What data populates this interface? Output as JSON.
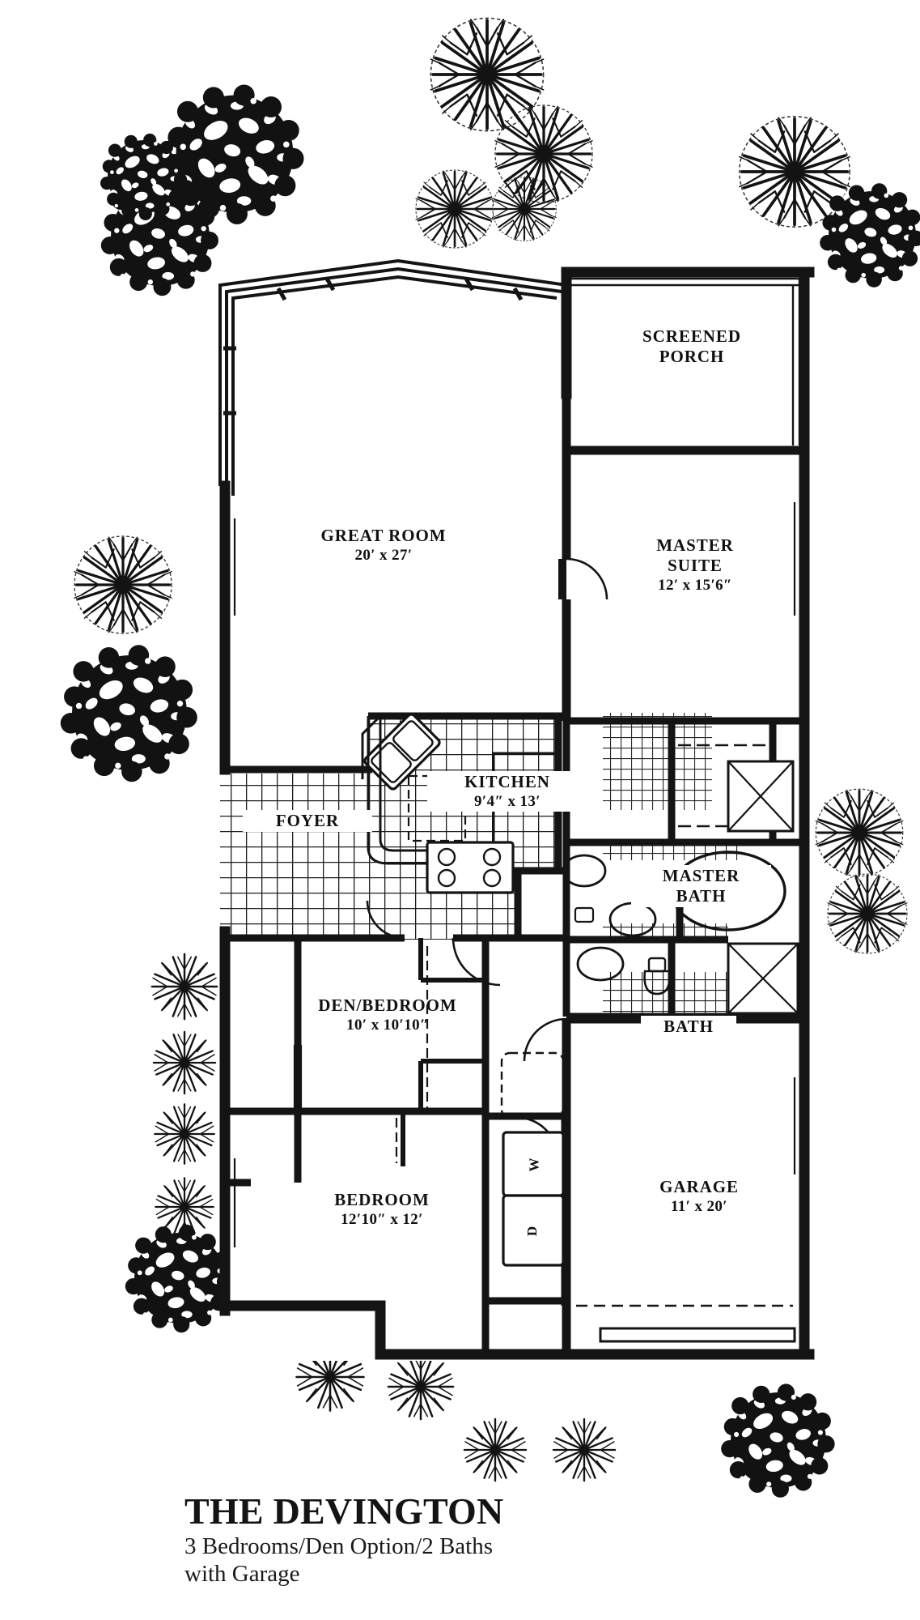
{
  "title_block": {
    "plan_name": "THE DEVINGTON",
    "subtitle_line1": "3 Bedrooms/Den Option/2 Baths",
    "subtitle_line2": "with Garage"
  },
  "rooms": [
    {
      "key": "screened_porch",
      "name": "SCREENED",
      "name2": "PORCH",
      "dim": ""
    },
    {
      "key": "great_room",
      "name": "GREAT ROOM",
      "dim": "20′ x 27′"
    },
    {
      "key": "master_suite",
      "name": "MASTER",
      "name2": "SUITE",
      "dim": "12′ x 15′6″"
    },
    {
      "key": "foyer",
      "name": "FOYER",
      "dim": ""
    },
    {
      "key": "kitchen",
      "name": "KITCHEN",
      "dim": "9′4″ x 13′"
    },
    {
      "key": "master_bath",
      "name": "MASTER",
      "name2": "BATH",
      "dim": ""
    },
    {
      "key": "bath",
      "name": "BATH",
      "dim": ""
    },
    {
      "key": "den_bedroom",
      "name": "DEN/BEDROOM",
      "dim": "10′ x 10′10″"
    },
    {
      "key": "bedroom",
      "name": "BEDROOM",
      "dim": "12′10″ x 12′"
    },
    {
      "key": "garage",
      "name": "GARAGE",
      "dim": "11′ x 20′"
    }
  ],
  "appliances": {
    "washer": "W",
    "dryer": "D"
  },
  "colors": {
    "ink": "#111111",
    "wall": "#1a1a1a",
    "paper": "#ffffff",
    "tile": "#2a2a2a"
  }
}
